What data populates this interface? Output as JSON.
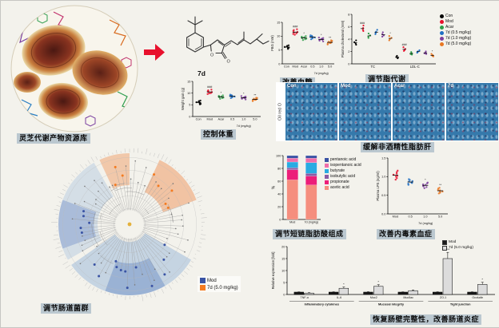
{
  "figure": {
    "bg": "#f3f2ec"
  },
  "panels": {
    "library": {
      "caption": "灵芝代谢产物资源库"
    },
    "compound": {
      "label": "7d"
    },
    "weight": {
      "caption": "控制体重"
    },
    "glucose": {
      "caption": "改善血糖"
    },
    "lipid": {
      "caption": "调节脂代谢"
    },
    "nafld": {
      "caption": "缓解非酒精性脂肪肝",
      "side_label": "Oil red O",
      "panel_labels": [
        "Con",
        "Mod",
        "Acar",
        "7d"
      ]
    },
    "microbiota": {
      "caption": "调节肠道菌群"
    },
    "scfa": {
      "caption": "调节短链脂肪酸组成"
    },
    "lps": {
      "caption": "改善内毒素血症"
    },
    "gut": {
      "caption": "恢复肠壁完整性，改善肠道炎症"
    }
  },
  "chart_data": [
    {
      "id": "weight",
      "type": "scatter",
      "ylabel": "Weight gain (g)",
      "ylim": [
        0,
        15
      ],
      "yticks": [
        0,
        5,
        10,
        15
      ],
      "xlabel": "7d (mg/kg)",
      "xlabel_frac": 0.75,
      "groups": [
        {
          "label": "Con",
          "color": "#000000",
          "values": [
            5.2,
            6.1,
            5.6,
            6.6,
            5.9,
            6.3,
            5.4,
            6.8
          ],
          "sig": ""
        },
        {
          "label": "Mod",
          "color": "#e8112d",
          "values": [
            9.6,
            10.4,
            11.2,
            10.0,
            10.8,
            9.9,
            11.5,
            10.6
          ],
          "sig": "###"
        },
        {
          "label": "Acar",
          "color": "#2e9e49",
          "values": [
            7.9,
            8.5,
            8.1,
            8.8,
            7.6,
            9.0,
            8.3,
            8.6
          ],
          "sig": "*"
        },
        {
          "label": "0.5",
          "color": "#1f6fc4",
          "values": [
            8.2,
            8.8,
            9.1,
            8.5,
            7.9,
            9.3,
            8.4,
            8.9
          ],
          "sig": ""
        },
        {
          "label": "1.0",
          "color": "#7d3f9e",
          "values": [
            7.6,
            8.1,
            8.5,
            7.9,
            7.3,
            8.7,
            7.8,
            8.3
          ],
          "sig": "*"
        },
        {
          "label": "5.0",
          "color": "#e87722",
          "values": [
            6.9,
            7.5,
            7.9,
            7.2,
            6.6,
            8.0,
            7.1,
            7.6
          ],
          "sig": "**"
        }
      ]
    },
    {
      "id": "glucose",
      "type": "scatter",
      "ylabel": "FBG (mM)",
      "ylim": [
        0,
        15
      ],
      "yticks": [
        0,
        5,
        10,
        15
      ],
      "xlabel": "7d (mg/kg)",
      "xlabel_frac": 0.75,
      "groups": [
        {
          "label": "Con",
          "color": "#000000",
          "values": [
            5.6,
            6.1,
            5.8,
            6.5,
            5.4,
            6.3,
            5.9,
            6.7
          ],
          "sig": ""
        },
        {
          "label": "Mod",
          "color": "#e8112d",
          "values": [
            10.8,
            11.5,
            12.2,
            11.0,
            11.9,
            10.5,
            12.5,
            11.3
          ],
          "sig": "###"
        },
        {
          "label": "Acar",
          "color": "#2e9e49",
          "values": [
            8.9,
            9.5,
            9.1,
            9.8,
            8.6,
            10.0,
            9.3,
            9.6
          ],
          "sig": "*"
        },
        {
          "label": "0.5",
          "color": "#1f6fc4",
          "values": [
            9.2,
            9.8,
            10.1,
            9.5,
            8.9,
            10.3,
            9.4,
            9.9
          ],
          "sig": ""
        },
        {
          "label": "1.0",
          "color": "#7d3f9e",
          "values": [
            8.4,
            9.0,
            9.3,
            8.7,
            8.1,
            9.5,
            8.6,
            9.1
          ],
          "sig": "*"
        },
        {
          "label": "5.0",
          "color": "#e87722",
          "values": [
            7.3,
            7.9,
            8.3,
            7.6,
            7.0,
            8.5,
            7.5,
            8.0
          ],
          "sig": "**"
        }
      ]
    },
    {
      "id": "lipid",
      "type": "scatter-grouped",
      "ylabel": "Plasma cholesterol (mM)",
      "ylim": [
        0,
        8
      ],
      "yticks": [
        0,
        2,
        4,
        6,
        8
      ],
      "categories": [
        "TC",
        "LDL-C"
      ],
      "series": [
        {
          "name": "Con",
          "color": "#000000",
          "values": [
            [
              3.1,
              3.5,
              3.8,
              3.3
            ],
            [
              0.9,
              1.1,
              1.3,
              1.0
            ]
          ],
          "sig": [
            "",
            ""
          ]
        },
        {
          "name": "Mod",
          "color": "#e8112d",
          "values": [
            [
              5.3,
              5.8,
              6.2,
              5.5
            ],
            [
              2.1,
              2.4,
              2.7,
              2.2
            ]
          ],
          "sig": [
            "###",
            "###"
          ]
        },
        {
          "name": "Acar",
          "color": "#2e9e49",
          "values": [
            [
              4.2,
              4.6,
              4.9,
              4.4
            ],
            [
              1.5,
              1.7,
              1.9,
              1.6
            ]
          ],
          "sig": [
            "",
            ""
          ]
        },
        {
          "name": "7d (0.5 mg/kg)",
          "color": "#1f6fc4",
          "values": [
            [
              4.8,
              5.2,
              5.5,
              5.0
            ],
            [
              1.8,
              2.0,
              2.2,
              1.9
            ]
          ],
          "sig": [
            "",
            ""
          ]
        },
        {
          "name": "7d (1.0 mg/kg)",
          "color": "#7d3f9e",
          "values": [
            [
              4.4,
              4.8,
              5.1,
              4.6
            ],
            [
              1.6,
              1.8,
              2.0,
              1.7
            ]
          ],
          "sig": [
            "",
            ""
          ]
        },
        {
          "name": "7d (5.0 mg/kg)",
          "color": "#e87722",
          "values": [
            [
              3.8,
              4.2,
              4.5,
              4.0
            ],
            [
              1.2,
              1.4,
              1.6,
              1.3
            ]
          ],
          "sig": [
            "*",
            "*"
          ]
        }
      ]
    },
    {
      "id": "microbiota",
      "type": "cladogram",
      "legend": [
        {
          "label": "Mod",
          "color": "#3953a4"
        },
        {
          "label": "7d (5.0 mg/kg)",
          "color": "#f47b20"
        }
      ]
    },
    {
      "id": "scfa",
      "type": "bar-stacked",
      "ylabel": "%",
      "ylim": [
        0,
        100
      ],
      "yticks": [
        0,
        20,
        40,
        60,
        80,
        100
      ],
      "categories": [
        "Mod",
        "7d (mg/kg)"
      ],
      "series": [
        {
          "name": "acetic acid",
          "color": "#f58e7e",
          "values": [
            62,
            54
          ]
        },
        {
          "name": "propionate",
          "color": "#ec1e79",
          "values": [
            16,
            14
          ]
        },
        {
          "name": "isobutylic acid",
          "color": "#8a5ba5",
          "values": [
            3,
            4
          ]
        },
        {
          "name": "butyrate",
          "color": "#29abe2",
          "values": [
            9,
            17
          ]
        },
        {
          "name": "isopentanoic acid",
          "color": "#f06eaa",
          "values": [
            6,
            7
          ]
        },
        {
          "name": "pentanoic acid",
          "color": "#3a53a4",
          "values": [
            4,
            4
          ]
        }
      ]
    },
    {
      "id": "lps",
      "type": "scatter",
      "ylabel": "Plasma LPS (ng/ml)",
      "ylim": [
        0,
        1.5
      ],
      "yticks": [
        0,
        0.5,
        1,
        1.5
      ],
      "ytick_labels": [
        "0.0",
        "0.5",
        "1.0",
        "1.5"
      ],
      "xlabel": "7d (mg/kg)",
      "xlabel_frac": 0.63,
      "groups": [
        {
          "label": "Mod",
          "color": "#e8112d",
          "values": [
            0.96,
            1.05,
            1.12,
            1.0,
            1.08,
            0.92,
            1.16,
            1.02
          ],
          "sig": ""
        },
        {
          "label": "0.5",
          "color": "#1f6fc4",
          "values": [
            0.81,
            0.88,
            0.93,
            0.84,
            0.78,
            0.91,
            0.83,
            0.87
          ],
          "sig": ""
        },
        {
          "label": "1.0",
          "color": "#7d3f9e",
          "values": [
            0.72,
            0.79,
            0.84,
            0.75,
            0.69,
            0.82,
            0.74,
            0.78
          ],
          "sig": "*"
        },
        {
          "label": "5.0",
          "color": "#e87722",
          "values": [
            0.57,
            0.64,
            0.7,
            0.6,
            0.55,
            0.68,
            0.59,
            0.63
          ],
          "sig": "**"
        }
      ]
    },
    {
      "id": "gut",
      "type": "bar-grouped",
      "ylabel": "Relative expression [fold]",
      "ylim": [
        0,
        20
      ],
      "yticks": [
        0,
        5,
        10,
        15,
        20
      ],
      "categories": [
        "TNF-α",
        "IL-6",
        "Muc2",
        "Muc5ac",
        "ZO-1",
        "Occludin"
      ],
      "series": [
        {
          "name": "Mod",
          "color": "#1a1a1a",
          "values": [
            1,
            1,
            1,
            1,
            1,
            1
          ],
          "errors": [
            0.1,
            0.12,
            0.15,
            0.1,
            0.12,
            0.1
          ],
          "sig": [
            "",
            "",
            "",
            "",
            "",
            ""
          ]
        },
        {
          "name": "7d (5.0 mg/kg)",
          "color": "#dcdcdc",
          "values": [
            0.6,
            2.6,
            3.4,
            1.6,
            15.0,
            4.2
          ],
          "errors": [
            0.15,
            0.5,
            0.7,
            0.3,
            2.6,
            0.9
          ],
          "sig": [
            "",
            "*",
            "*",
            "",
            "***",
            "*"
          ]
        }
      ],
      "group_brackets": [
        {
          "label": "Inflammatory cytokines",
          "from": 0,
          "to": 1
        },
        {
          "label": "Mucosal integrity",
          "from": 2,
          "to": 3
        },
        {
          "label": "Tight junction",
          "from": 4,
          "to": 5
        }
      ]
    }
  ]
}
